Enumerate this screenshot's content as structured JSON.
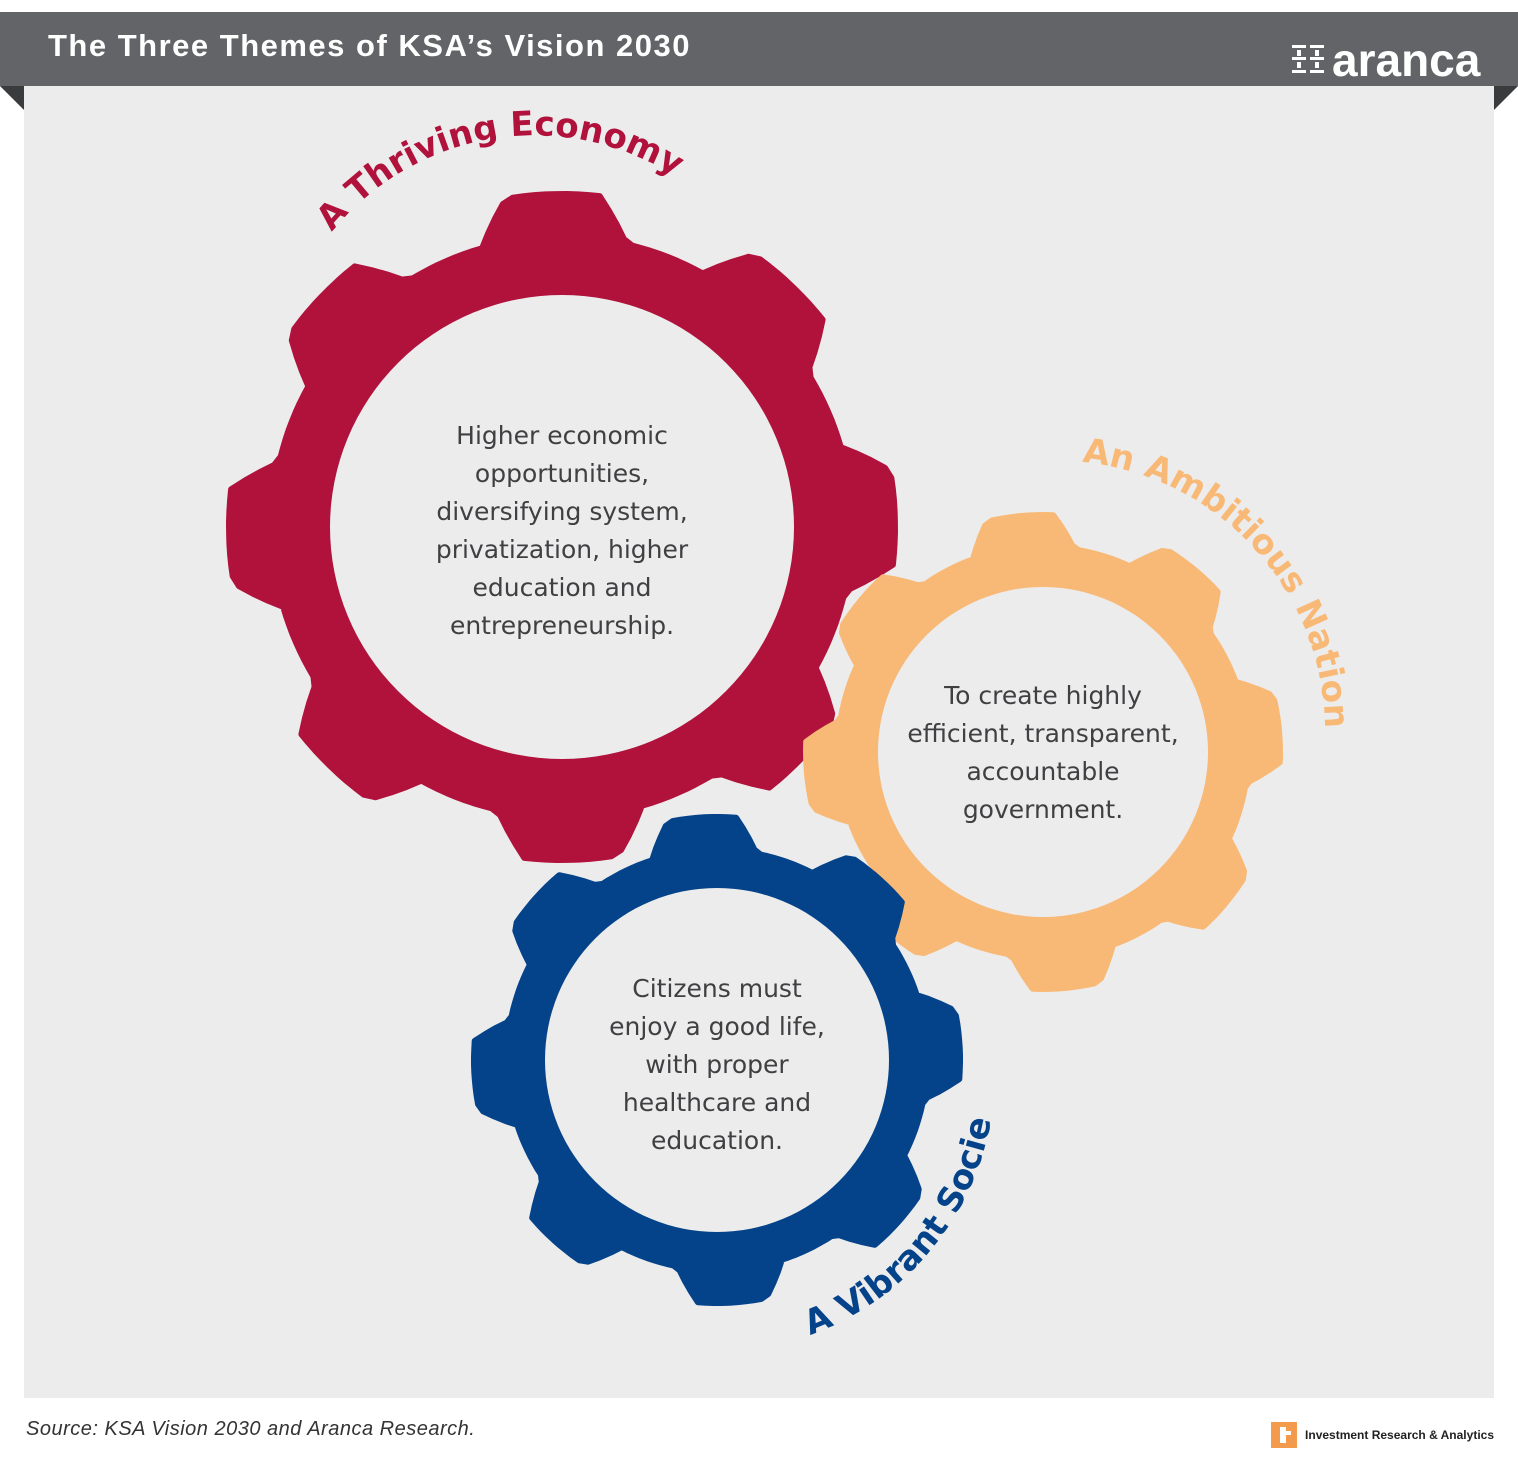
{
  "header": {
    "title": "The Three Themes of KSA’s Vision 2030",
    "logo_text": "aranca"
  },
  "gears": {
    "economy": {
      "title": "A Thriving Economy",
      "lines": [
        "Higher economic",
        "opportunities,",
        "diversifying system,",
        "privatization, higher",
        "education and",
        "entrepreneurship."
      ],
      "color": "#b0123c"
    },
    "nation": {
      "title": "An Ambitious Nation",
      "lines": [
        "To create highly",
        "efficient, transparent,",
        "accountable",
        "government."
      ],
      "color": "#f9b976"
    },
    "society": {
      "title": "A Vibrant Society",
      "lines": [
        "Citizens must",
        "enjoy a good life,",
        "with proper",
        "healthcare and",
        "education."
      ],
      "color": "#044389"
    }
  },
  "footer": {
    "source": "Source: KSA Vision 2030 and Aranca Research.",
    "tagline": "Investment Research & Analytics"
  }
}
